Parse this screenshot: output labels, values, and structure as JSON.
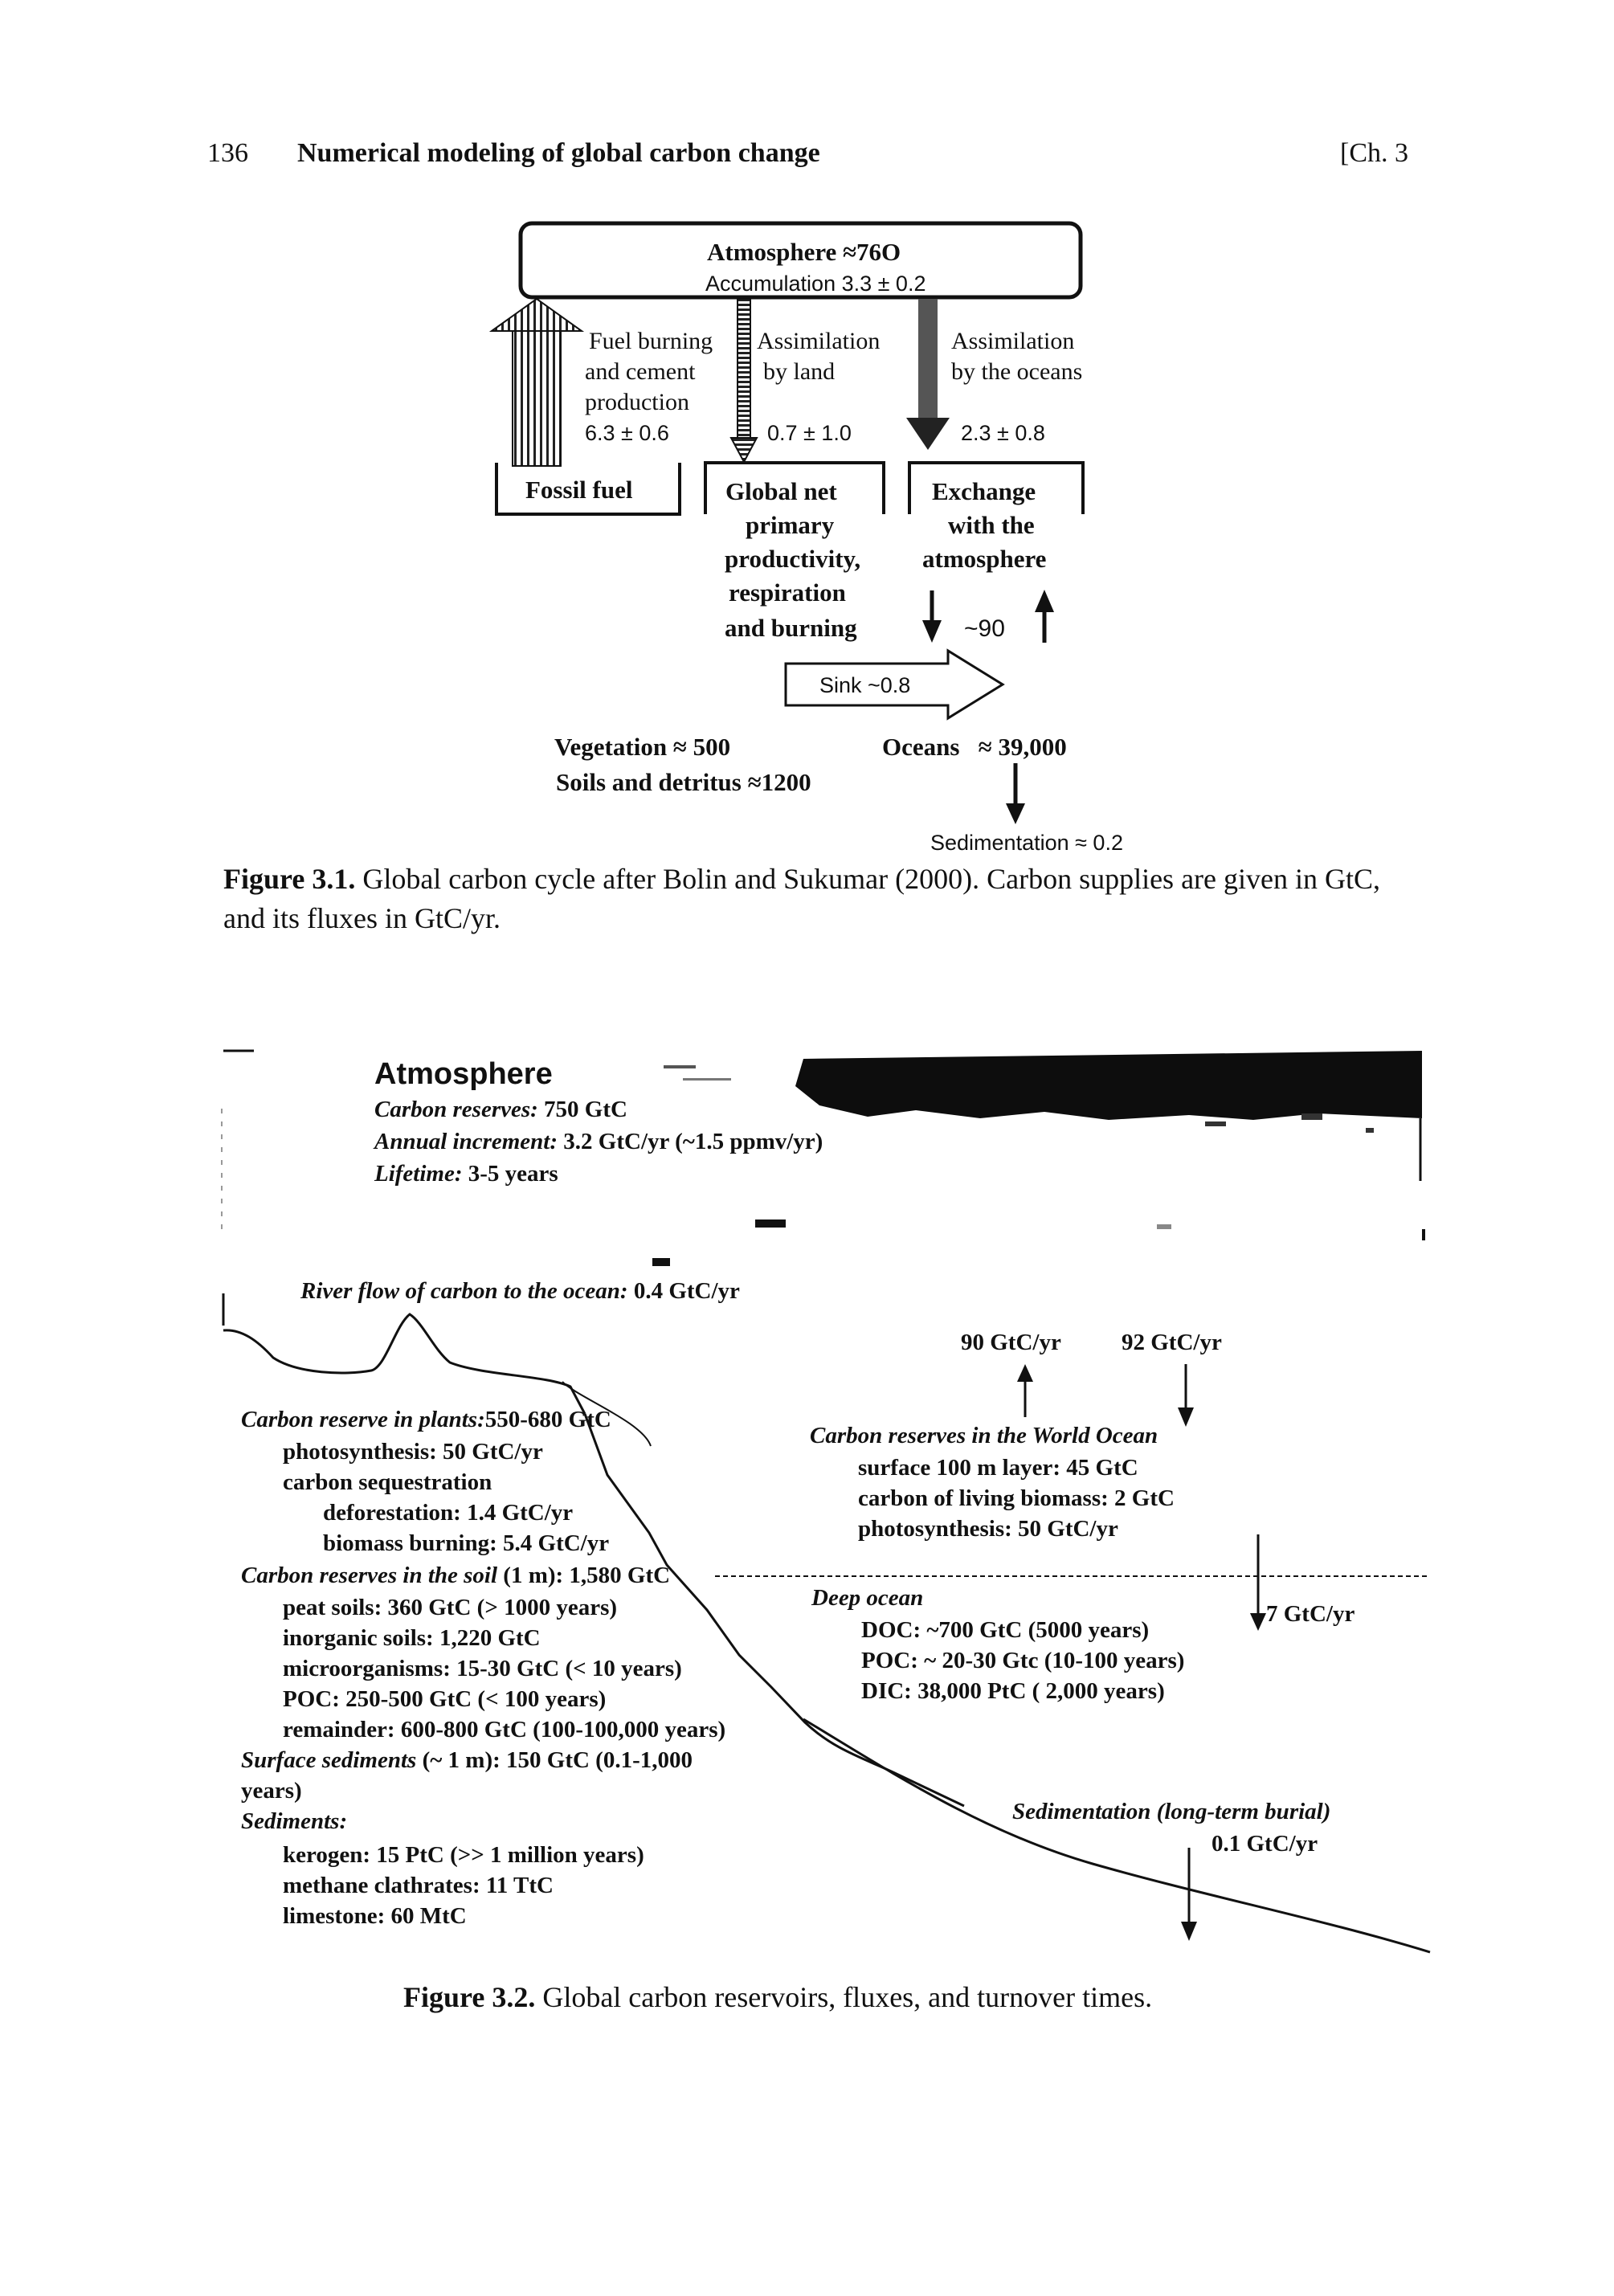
{
  "header": {
    "page_number": "136",
    "running_title": "Numerical modeling of global carbon change",
    "chapter": "[Ch. 3"
  },
  "figure1": {
    "atmosphere_title": "Atmosphere ≈76O",
    "accumulation": "Accumulation 3.3 ± 0.2",
    "fuel_label": [
      "Fuel burning",
      "and cement",
      "production"
    ],
    "fuel_value": "6.3 ± 0.6",
    "land_label": [
      "Assimilation",
      "by land"
    ],
    "land_value": "0.7 ± 1.0",
    "ocean_label": [
      "Assimilation",
      "by the oceans"
    ],
    "ocean_value": "2.3 ± 0.8",
    "fossil_fuel": "Fossil fuel",
    "gnpp": [
      "Global net",
      "primary",
      "productivity,",
      "respiration",
      "and burning"
    ],
    "exchange": [
      "Exchange",
      "with the",
      "atmosphere"
    ],
    "exchange_value": "~90",
    "sink": "Sink ~0.8",
    "vegetation": "Vegetation ≈ 500",
    "soils": "Soils and detritus ≈1200",
    "oceans": "Oceans   ≈ 39,000",
    "sedimentation": "Sedimentation ≈ 0.2",
    "caption_label": "Figure 3.1.",
    "caption_text": "Global carbon cycle after Bolin and Sukumar (2000). Carbon supplies are given in GtC, and its fluxes in GtC/yr."
  },
  "figure2": {
    "atmosphere": "Atmosphere",
    "carbon_reserves_label": "Carbon reserves:",
    "carbon_reserves_value": "750 GtC",
    "annual_increment_label": "Annual increment:",
    "annual_increment_value": "3.2 GtC/yr (~1.5 ppmv/yr)",
    "lifetime_label": "Lifetime:",
    "lifetime_value": "3-5 years",
    "river_label": "River flow of carbon to the ocean:",
    "river_value": "0.4 GtC/yr",
    "flux_up": "90 GtC/yr",
    "flux_down": "92 GtC/yr",
    "plants_label": "Carbon reserve in plants:",
    "plants_value": "550-680 GtC",
    "plants_items": [
      "photosynthesis: 50 GtC/yr",
      "carbon sequestration",
      "deforestation: 1.4 GtC/yr",
      "biomass burning: 5.4 GtC/yr"
    ],
    "soil_label": "Carbon reserves in the soil",
    "soil_value": "(1 m): 1,580 GtC",
    "soil_items": [
      "peat soils: 360 GtC (> 1000 years)",
      "inorganic soils: 1,220 GtC",
      "microorganisms: 15-30 GtC (< 10 years)",
      "POC: 250-500 GtC (< 100 years)",
      "remainder: 600-800 GtC (100-100,000 years)"
    ],
    "surface_sed_label": "Surface sediments",
    "surface_sed_value": "(~ 1 m): 150 GtC (0.1-1,000",
    "surface_sed_value2": "years)",
    "sediments_label": "Sediments:",
    "sediments_items": [
      "kerogen: 15 PtC (>> 1 million years)",
      "methane clathrates: 11 TtC",
      "limestone: 60 MtC"
    ],
    "ocean_label": "Carbon reserves in the World Ocean",
    "ocean_items": [
      "surface 100 m layer: 45 GtC",
      "carbon of living biomass: 2 GtC",
      "photosynthesis: 50 GtC/yr"
    ],
    "deep_ocean_label": "Deep ocean",
    "deep_ocean_items": [
      "DOC: ~700 GtC (5000 years)",
      "POC: ~ 20-30 Gtc (10-100 years)",
      "DIC: 38,000 PtC ( 2,000 years)"
    ],
    "deep_flux": "7 GtC/yr",
    "sed_label": "Sedimentation (long-term burial)",
    "sed_value": "0.1 GtC/yr",
    "caption_label": "Figure 3.2.",
    "caption_text": "Global carbon reservoirs, fluxes, and turnover times."
  }
}
